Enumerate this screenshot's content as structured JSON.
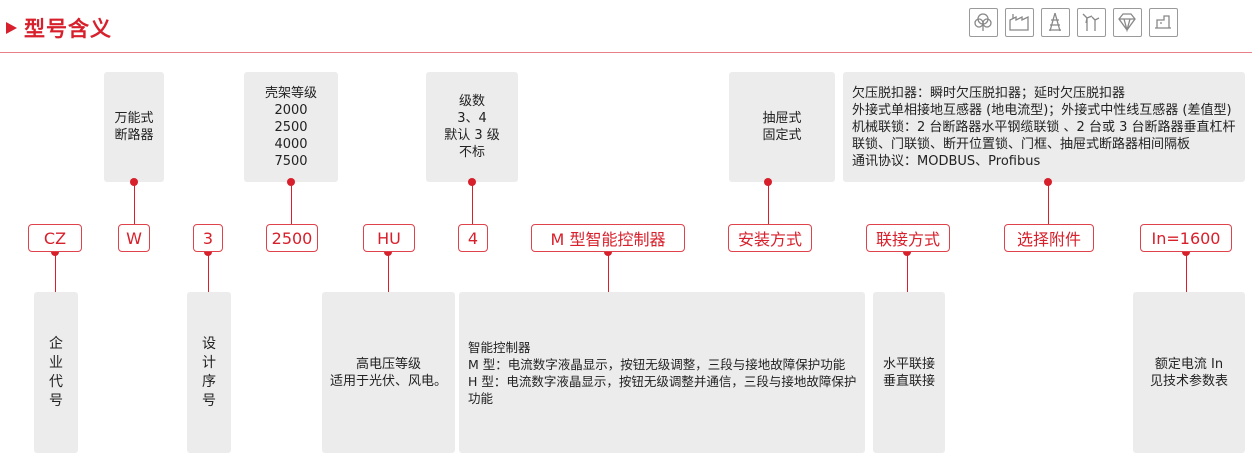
{
  "header": {
    "title": "型号含义",
    "icons": [
      "tree-icon",
      "factory-icon",
      "tower-icon",
      "wind-turbine-icon",
      "diamond-icon",
      "railway-icon"
    ]
  },
  "codes": [
    {
      "code": "CZ"
    },
    {
      "code": "W"
    },
    {
      "code": "3"
    },
    {
      "code": "2500"
    },
    {
      "code": "HU"
    },
    {
      "code": "4"
    },
    {
      "code": "M 型智能控制器"
    },
    {
      "code": "安装方式"
    },
    {
      "code": "联接方式"
    },
    {
      "code": "选择附件"
    },
    {
      "code": "In=1600"
    }
  ],
  "top_notes": {
    "w": [
      "万能式",
      "断路器"
    ],
    "frame": [
      "壳架等级",
      "2000",
      "2500",
      "4000",
      "7500"
    ],
    "poles": [
      "级数",
      "3、4",
      "默认 3 级",
      "不标"
    ],
    "install": [
      "抽屉式",
      "固定式"
    ],
    "accessories": [
      "欠压脱扣器：瞬时欠压脱扣器；延时欠压脱扣器",
      "外接式单相接地互感器 (地电流型)；外接式中性线互感器 (差值型)",
      "机械联锁：2 台断路器水平钢缆联锁 、2 台或 3 台断路器垂直杠杆",
      "联锁、门联锁、断开位置锁、门框、抽屉式断路器相间隔板",
      "通讯协议：MODBUS、Profibus"
    ]
  },
  "bottom_notes": {
    "company": [
      "企",
      "业",
      "代",
      "号"
    ],
    "design": [
      "设",
      "计",
      "序",
      "号"
    ],
    "voltage": [
      "高电压等级",
      "适用于光伏、风电。"
    ],
    "controller": [
      "智能控制器",
      "M 型：电流数字液晶显示，按钮无级调整，三段与接地故障保护功能",
      "H 型：电流数字液晶显示，按钮无级调整并通信，三段与接地故障保护",
      "功能"
    ],
    "connection": [
      "水平联接",
      "垂直联接"
    ],
    "current": [
      "额定电流 In",
      "见技术参数表"
    ]
  }
}
